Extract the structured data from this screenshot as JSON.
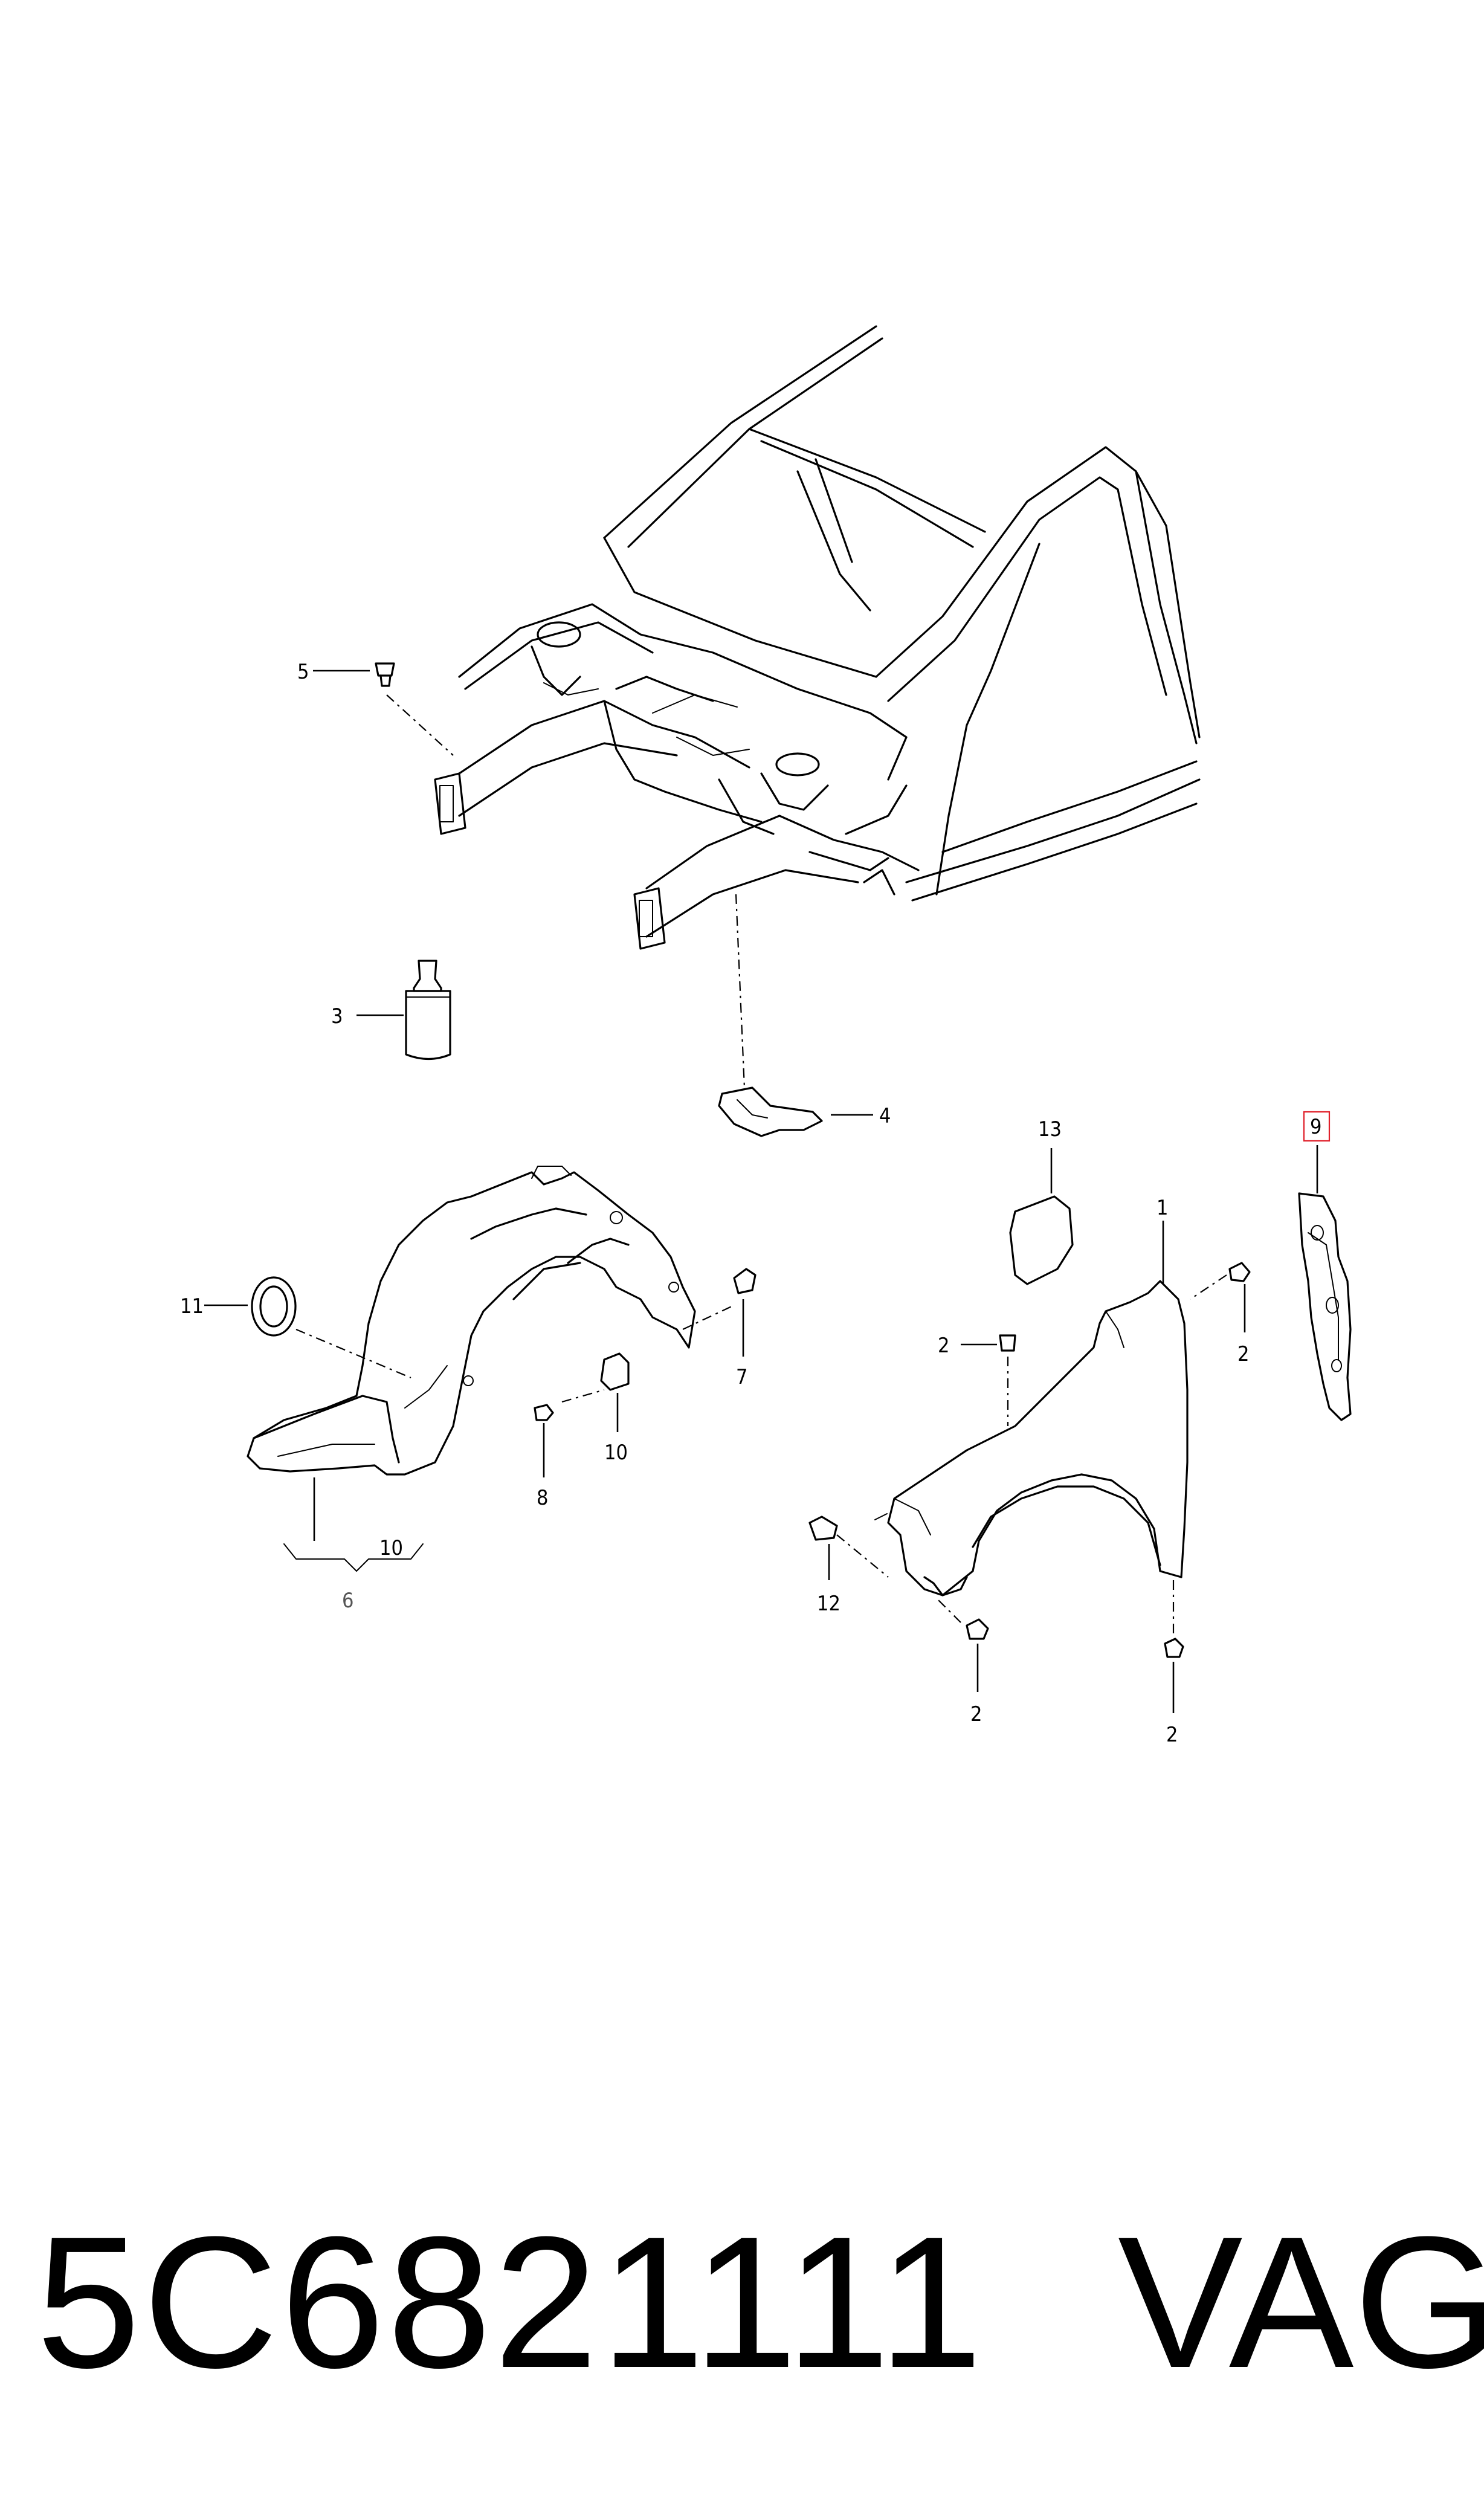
{
  "callouts": {
    "c1": "1",
    "c2a": "2",
    "c2b": "2",
    "c2c": "2",
    "c2d": "2",
    "c3": "3",
    "c4": "4",
    "c5": "5",
    "c6": "6",
    "c7": "7",
    "c8": "8",
    "c9": "9",
    "c10a": "10",
    "c10b": "10",
    "c11": "11",
    "c12": "12",
    "c13": "13"
  },
  "footer": {
    "part_number": "5C6821111",
    "brand": "VAG"
  },
  "colors": {
    "line": "#000000",
    "highlight": "#e0202a",
    "background": "#ffffff"
  }
}
